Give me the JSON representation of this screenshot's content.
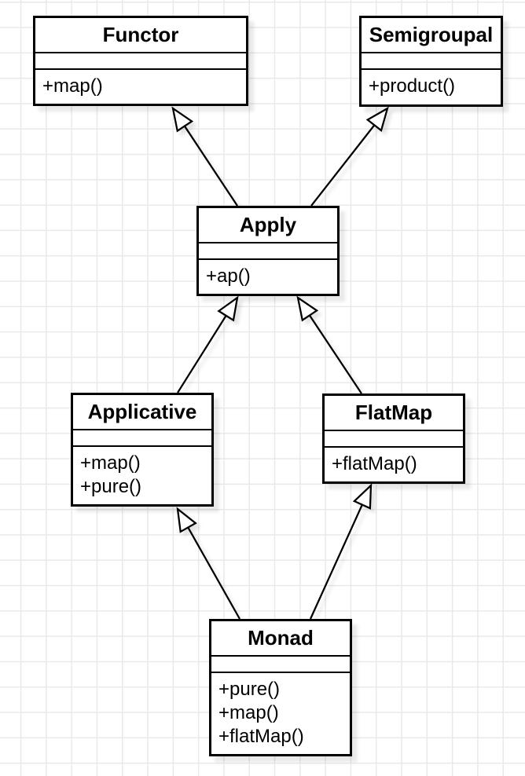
{
  "diagram": {
    "type": "uml-class-diagram",
    "classes": [
      {
        "id": "functor",
        "name": "Functor",
        "attributes": [],
        "methods": [
          "+map()"
        ]
      },
      {
        "id": "semigroupal",
        "name": "Semigroupal",
        "attributes": [],
        "methods": [
          "+product()"
        ]
      },
      {
        "id": "apply",
        "name": "Apply",
        "attributes": [],
        "methods": [
          "+ap()"
        ]
      },
      {
        "id": "applicative",
        "name": "Applicative",
        "attributes": [],
        "methods": [
          "+map()",
          "+pure()"
        ]
      },
      {
        "id": "flatmap",
        "name": "FlatMap",
        "attributes": [],
        "methods": [
          "+flatMap()"
        ]
      },
      {
        "id": "monad",
        "name": "Monad",
        "attributes": [],
        "methods": [
          "+pure()",
          "+map()",
          "+flatMap()"
        ]
      }
    ],
    "edges": [
      {
        "from": "apply",
        "to": "functor",
        "type": "inheritance"
      },
      {
        "from": "apply",
        "to": "semigroupal",
        "type": "inheritance"
      },
      {
        "from": "applicative",
        "to": "apply",
        "type": "inheritance"
      },
      {
        "from": "flatmap",
        "to": "apply",
        "type": "inheritance"
      },
      {
        "from": "monad",
        "to": "applicative",
        "type": "inheritance"
      },
      {
        "from": "monad",
        "to": "flatmap",
        "type": "inheritance"
      }
    ],
    "colors": {
      "stroke": "#000000",
      "shape_fill": "#ffffff",
      "grid_line": "#e9e9e9",
      "canvas": "#ffffff"
    }
  }
}
